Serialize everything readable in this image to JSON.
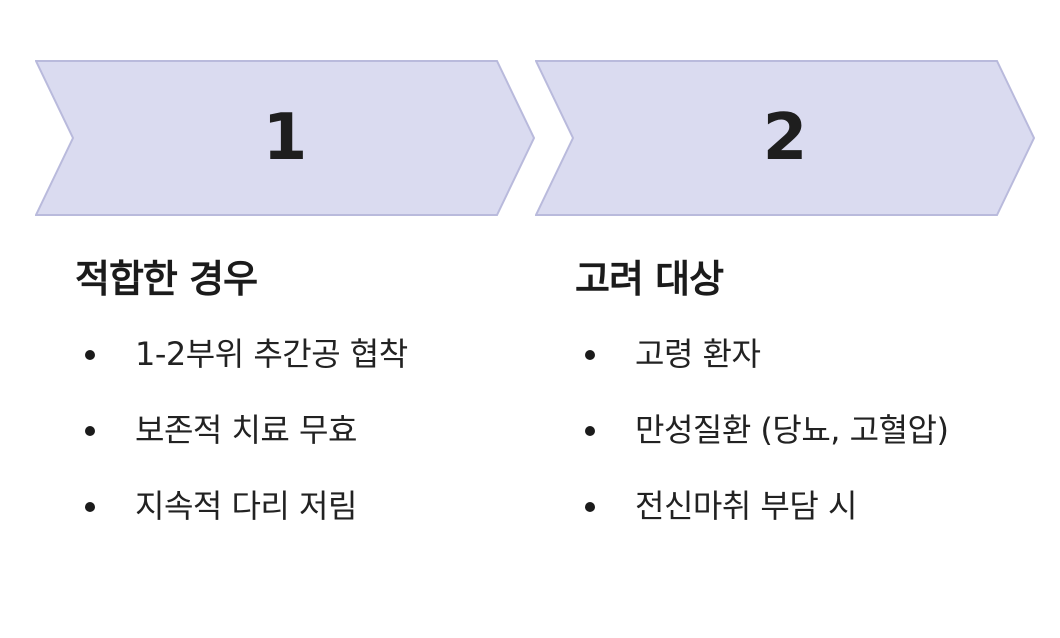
{
  "colors": {
    "chevron_fill": "#dadbf0",
    "chevron_stroke": "#b9badc",
    "text": "#1b1b1b"
  },
  "steps": [
    {
      "number": "1",
      "heading": "적합한 경우",
      "items": [
        "1-2부위 추간공 협착",
        "보존적 치료 무효",
        "지속적 다리 저림"
      ]
    },
    {
      "number": "2",
      "heading": "고려 대상",
      "items": [
        "고령 환자",
        "만성질환 (당뇨, 고혈압)",
        "전신마취 부담 시"
      ]
    }
  ]
}
